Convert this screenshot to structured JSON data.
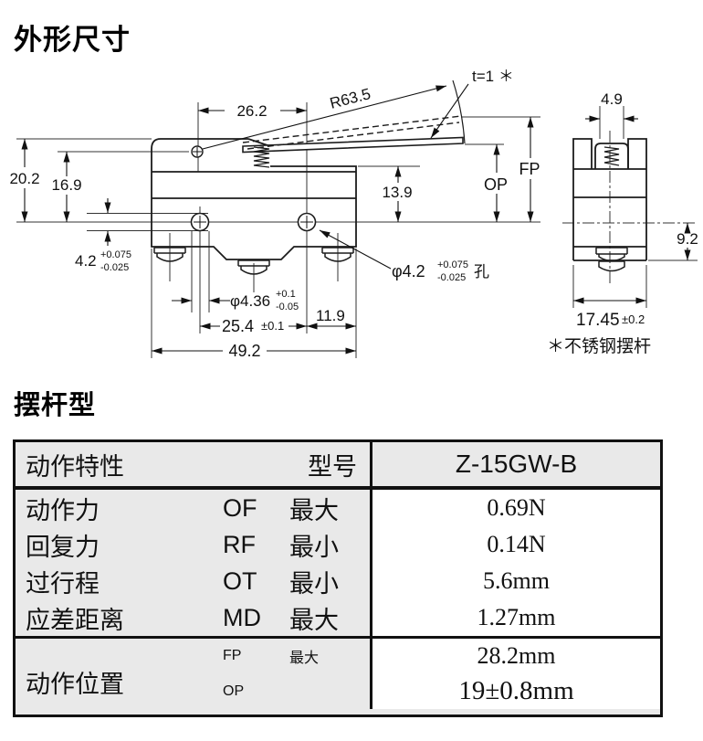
{
  "page": {
    "title": "外形尺寸",
    "section2_title": "摆杆型"
  },
  "drawing": {
    "front": {
      "dim_26_2": "26.2",
      "radius": "R63.5",
      "thickness_note": "t=1 ＊",
      "dim_20_2": "20.2",
      "dim_16_9": "16.9",
      "dim_13_9": "13.9",
      "op": "OP",
      "fp": "FP",
      "hole_4_2": {
        "v": "4.2",
        "p": "+0.075",
        "m": "-0.025"
      },
      "hole_phi42": {
        "v": "φ4.2",
        "p": "+0.075",
        "m": "-0.025",
        "suffix": "孔"
      },
      "phi436": {
        "v": "φ4.36",
        "p": "+0.1",
        "m": "-0.05"
      },
      "dim_25_4": {
        "v": "25.4",
        "tol": "±0.1"
      },
      "dim_11_9": "11.9",
      "dim_49_2": "49.2"
    },
    "side": {
      "dim_4_9": "4.9",
      "dim_9_2": "9.2",
      "dim_17_45": {
        "v": "17.45",
        "tol": "±0.2"
      },
      "note": "＊不锈钢摆杆"
    }
  },
  "table": {
    "header": {
      "feature": "动作特性",
      "model_label": "型号",
      "model": "Z-15GW-B"
    },
    "rows": [
      {
        "label": "动作力",
        "code": "OF",
        "limit": "最大",
        "value": "0.69N"
      },
      {
        "label": "回复力",
        "code": "RF",
        "limit": "最小",
        "value": "0.14N"
      },
      {
        "label": "过行程",
        "code": "OT",
        "limit": "最小",
        "value": "5.6mm"
      },
      {
        "label": "应差距离",
        "code": "MD",
        "limit": "最大",
        "value": "1.27mm"
      }
    ],
    "position_row": {
      "label": "动作位置",
      "line1": {
        "code": "FP",
        "limit": "最大",
        "value": "28.2mm"
      },
      "line2": {
        "code": "OP",
        "limit": "",
        "value": "19±0.8mm"
      }
    }
  }
}
